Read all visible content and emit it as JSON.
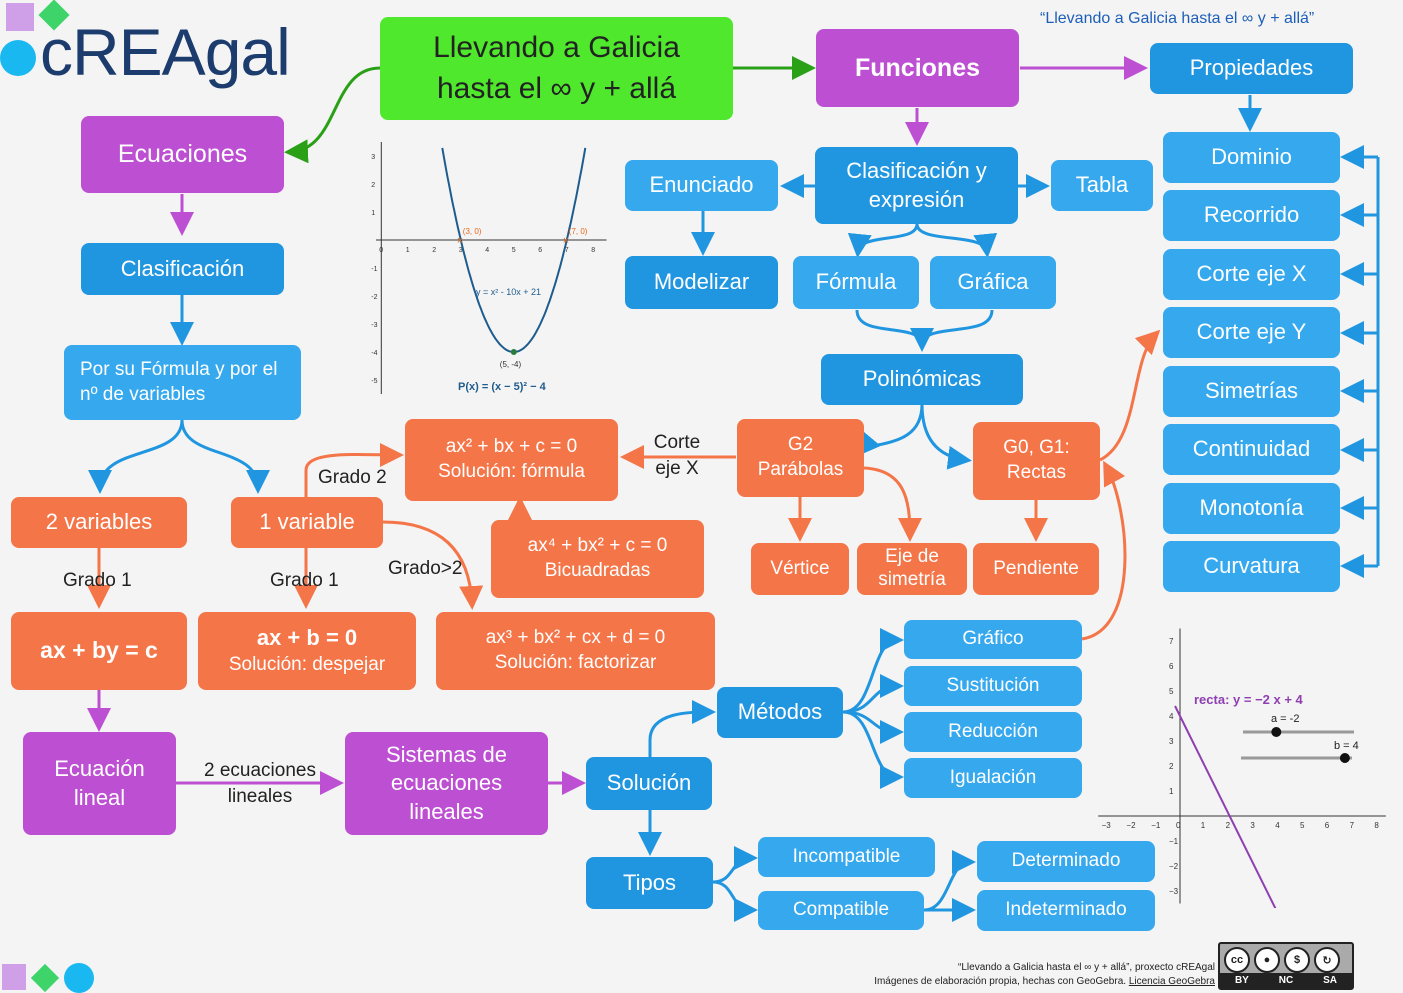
{
  "branding": {
    "logo": "cREAgal",
    "subtitle": "“Llevando a Galicia hasta el ∞ y + allá”",
    "footer_line1": "“Llevando a Galicia hasta el ∞ y + allá”, proxecto cREAgal",
    "footer_line2": "Imágenes de elaboración propia, hechas con GeoGebra.",
    "footer_link": "Licencia GeoGebra",
    "license_icon": "cc-by-nc-sa-icon",
    "license_labels": [
      "BY",
      "NC",
      "SA"
    ],
    "license_cc": "cc"
  },
  "colors": {
    "purple": "#bd4fd2",
    "blue": "#2196e0",
    "light_blue": "#35a8ee",
    "orange": "#f47548",
    "green": "#4fe82c"
  },
  "nodes": {
    "root": "Llevando a Galicia hasta el ∞ y + allá",
    "ecuaciones": "Ecuaciones",
    "clasificacion": "Clasificación",
    "por_formula": "Por su Fórmula y por el nº de variables",
    "dos_variables": "2 variables",
    "una_variable": "1 variable",
    "ax_by_c": "ax + by = c",
    "ax_b_main": "ax + b = 0",
    "ax_b_sub": "Solución: despejar",
    "cuadratica_main": "ax² + bx + c = 0",
    "cuadratica_sub": "Solución: fórmula",
    "bicuadrada_main": "ax⁴ + bx² + c = 0",
    "bicuadrada_sub": "Bicuadradas",
    "cubica_main": "ax³ + bx² + cx + d = 0",
    "cubica_sub": "Solución: factorizar",
    "ecuacion_lineal": "Ecuación lineal",
    "sistemas": "Sistemas de ecuaciones lineales",
    "solucion": "Solución",
    "metodos": "Métodos",
    "tipos": "Tipos",
    "grafico": "Gráfico",
    "sustitucion": "Sustitución",
    "reduccion": "Reducción",
    "igualacion": "Igualación",
    "incompatible": "Incompatible",
    "compatible": "Compatible",
    "determinado": "Determinado",
    "indeterminado": "Indeterminado",
    "funciones": "Funciones",
    "propiedades": "Propiedades",
    "clasif_expresion": "Clasificación y expresión",
    "enunciado": "Enunciado",
    "tabla": "Tabla",
    "modelizar": "Modelizar",
    "formula": "Fórmula",
    "grafica": "Gráfica",
    "polinomicas": "Polinómicas",
    "g2_parabolas": "G2 Parábolas",
    "g0_g1_rectas": "G0, G1: Rectas",
    "vertice": "Vértice",
    "eje_simetria": "Eje de simetría",
    "pendiente": "Pendiente",
    "dominio": "Dominio",
    "recorrido": "Recorrido",
    "corte_x": "Corte eje X",
    "corte_y": "Corte eje Y",
    "simetrias": "Simetrías",
    "continuidad": "Continuidad",
    "monotonia": "Monotonía",
    "curvatura": "Curvatura"
  },
  "edge_labels": {
    "grado1_a": "Grado 1",
    "grado1_b": "Grado 1",
    "grado2": "Grado 2",
    "grado_mayor2": "Grado>2",
    "corte_eje_x": "Corte eje X",
    "dos_ecuaciones": "2 ecuaciones lineales"
  },
  "parabola_plot": {
    "equation": "y = x² - 10x + 21",
    "formula": "P(x) = (x − 5)² − 4",
    "points": [
      {
        "label": "(3, 0)",
        "x": 3,
        "y": 0
      },
      {
        "label": "(7, 0)",
        "x": 7,
        "y": 0
      },
      {
        "label": "(5, -4)",
        "x": 5,
        "y": -4
      }
    ],
    "x_ticks": [
      "0",
      "1",
      "2",
      "3",
      "4",
      "5",
      "6",
      "7",
      "8"
    ],
    "y_ticks": [
      "3",
      "2",
      "1",
      "-1",
      "-2",
      "-3",
      "-4",
      "-5"
    ]
  },
  "line_plot": {
    "label": "recta: y = −2 x + 4",
    "slider_a": "a = -2",
    "slider_b": "b = 4",
    "a": -2,
    "b": 4,
    "x_ticks": [
      "−3",
      "−2",
      "−1",
      "0",
      "1",
      "2",
      "3",
      "4",
      "5",
      "6",
      "7",
      "8"
    ],
    "y_ticks": [
      "7",
      "6",
      "5",
      "4",
      "3",
      "2",
      "1",
      "−1",
      "−2",
      "−3"
    ]
  }
}
